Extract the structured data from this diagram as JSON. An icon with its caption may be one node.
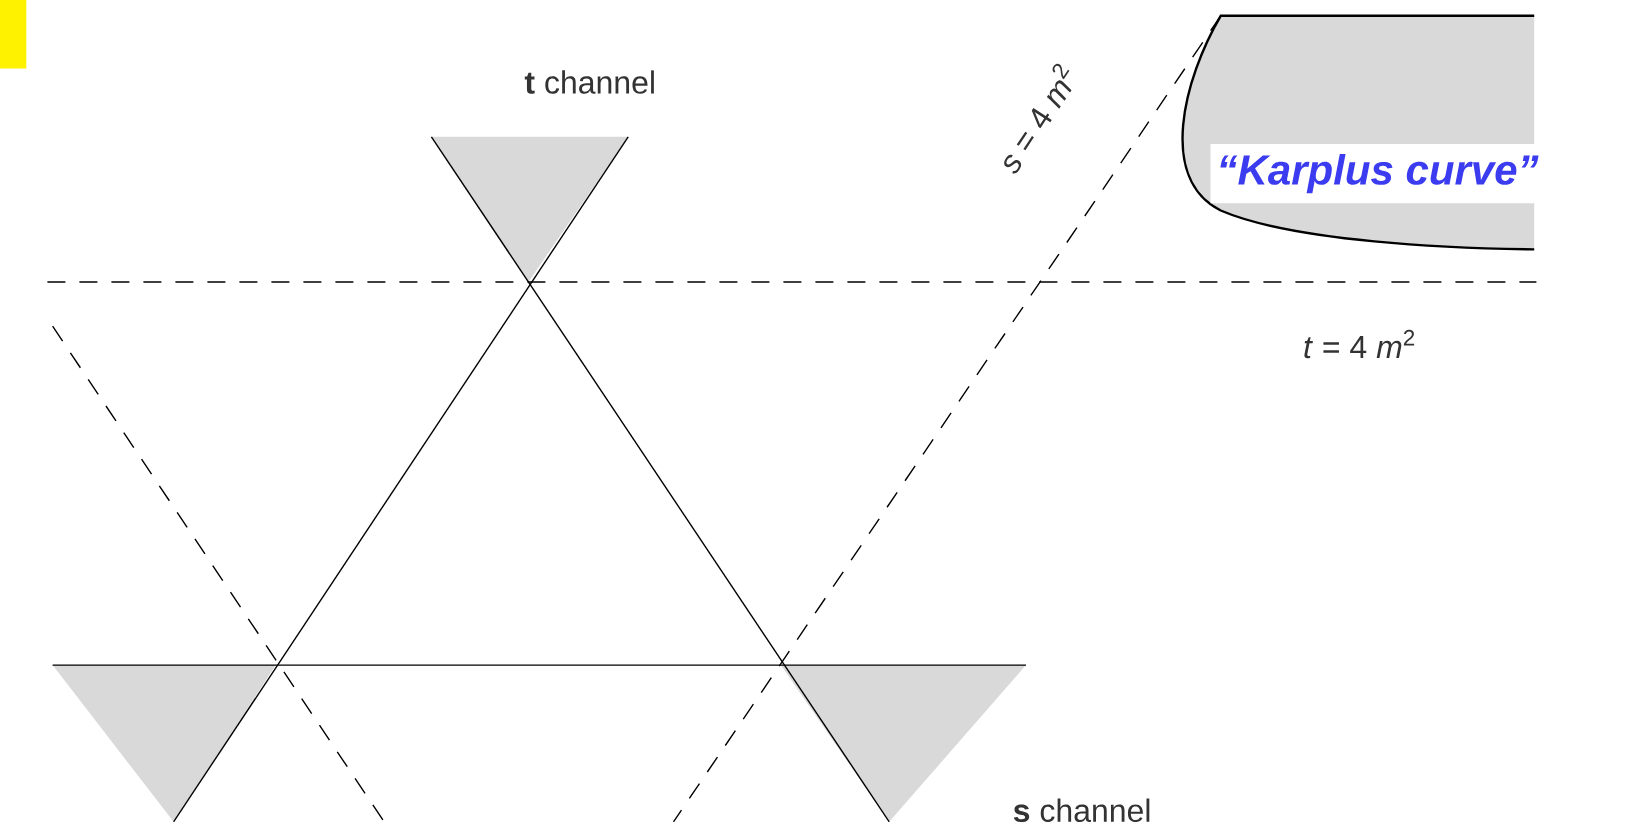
{
  "diagram": {
    "labels": [
      "**t** channel",
      "*s* = 4 *m*$^{2}$",
      "“Karplus curve”",
      "*t* = 4 *m*$^{2}$",
      "**s** channel"
    ]
  }
}
